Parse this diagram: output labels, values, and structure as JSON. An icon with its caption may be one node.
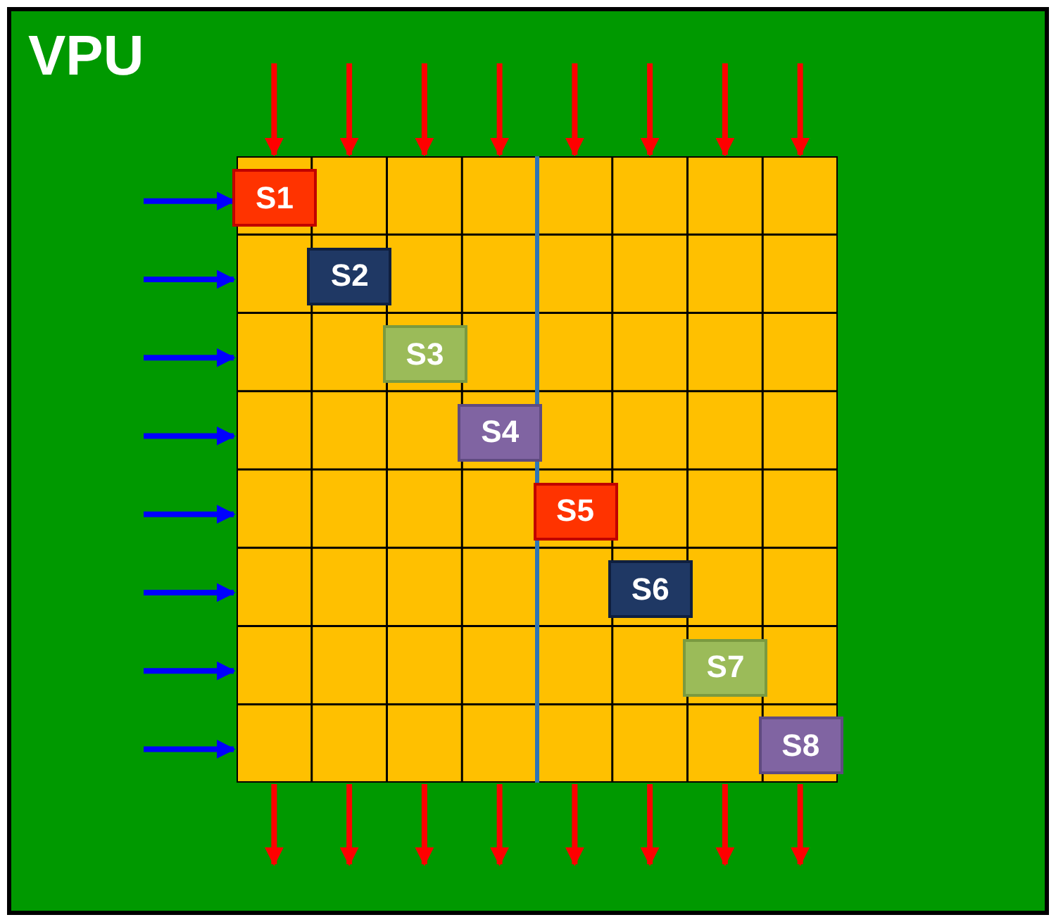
{
  "diagram": {
    "nodes": [
      {
        "text": [
          "VPU"
        ]
      },
      {
        "text": [],
        "shape": "box",
        "in": 0
      },
      {
        "text": [
          "S1"
        ],
        "in": 1
      },
      {
        "text": [
          "S2"
        ],
        "in": 1
      },
      {
        "text": [
          "S3"
        ],
        "in": 1
      },
      {
        "text": [
          "S4"
        ],
        "in": 1
      },
      {
        "text": [
          "S5"
        ],
        "in": 1
      },
      {
        "text": [
          "S6"
        ],
        "in": 1
      },
      {
        "text": [
          "S7"
        ],
        "in": 1
      },
      {
        "text": [
          "S8"
        ],
        "in": 1
      }
    ],
    "edges": [
      {
        "from": null,
        "to": 1,
        "arrow": "to"
      },
      {
        "from": null,
        "to": 1,
        "arrow": "to"
      },
      {
        "from": null,
        "to": 1,
        "arrow": "to"
      },
      {
        "from": null,
        "to": 1,
        "arrow": "to"
      },
      {
        "from": null,
        "to": 1,
        "arrow": "to"
      },
      {
        "from": null,
        "to": 1,
        "arrow": "to"
      },
      {
        "from": null,
        "to": 1,
        "arrow": "to"
      },
      {
        "from": null,
        "to": 1,
        "arrow": "to"
      },
      {
        "from": null,
        "to": 1,
        "arrow": "to",
        "color": "#0000ff"
      },
      {
        "from": null,
        "to": 1,
        "arrow": "to",
        "color": "#0000ff"
      },
      {
        "from": null,
        "to": 1,
        "arrow": "to",
        "color": "#0000ff"
      },
      {
        "from": null,
        "to": 1,
        "arrow": "to",
        "color": "#0000ff"
      },
      {
        "from": null,
        "to": 1,
        "arrow": "to",
        "color": "#0000ff"
      },
      {
        "from": null,
        "to": 1,
        "arrow": "to",
        "color": "#0000ff"
      },
      {
        "from": null,
        "to": 1,
        "arrow": "to",
        "color": "#0000ff"
      },
      {
        "from": null,
        "to": 1,
        "arrow": "to",
        "color": "#0000ff"
      },
      {
        "from": 1,
        "to": null,
        "arrow": "to"
      },
      {
        "from": 1,
        "to": null,
        "arrow": "to"
      },
      {
        "from": 1,
        "to": null,
        "arrow": "to"
      },
      {
        "from": 1,
        "to": null,
        "arrow": "to"
      },
      {
        "from": 1,
        "to": null,
        "arrow": "to"
      },
      {
        "from": 1,
        "to": null,
        "arrow": "to"
      },
      {
        "from": 1,
        "to": null,
        "arrow": "to"
      },
      {
        "from": 1,
        "to": null,
        "arrow": "to"
      }
    ]
  }
}
